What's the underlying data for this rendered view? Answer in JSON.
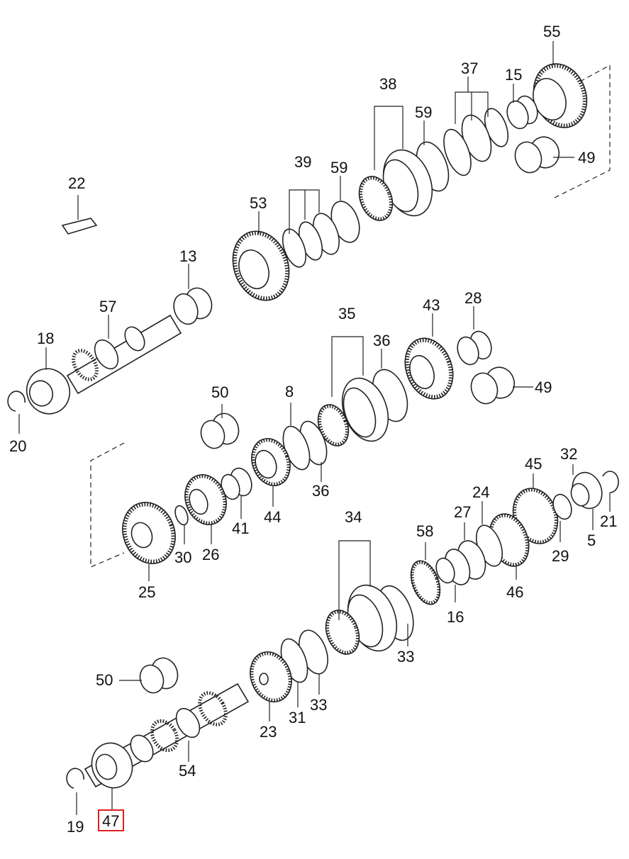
{
  "labels": {
    "l55": "55",
    "l37": "37",
    "l15": "15",
    "l38": "38",
    "l59a": "59",
    "l49a": "49",
    "l39": "39",
    "l59b": "59",
    "l22": "22",
    "l53": "53",
    "l13": "13",
    "l57": "57",
    "l18": "18",
    "l20": "20",
    "l35": "35",
    "l43": "43",
    "l28": "28",
    "l36a": "36",
    "l49b": "49",
    "l50a": "50",
    "l8": "8",
    "l36b": "36",
    "l44": "44",
    "l41": "41",
    "l26": "26",
    "l30": "30",
    "l25": "25",
    "l34": "34",
    "l58": "58",
    "l27": "27",
    "l24": "24",
    "l45": "45",
    "l32": "32",
    "l21": "21",
    "l29": "29",
    "l5": "5",
    "l46": "46",
    "l16": "16",
    "l33a": "33",
    "l50b": "50",
    "l23": "23",
    "l31": "31",
    "l33b": "33",
    "l54": "54",
    "l19": "19",
    "l47": "47"
  },
  "highlight": {
    "part": "47",
    "color": "#e02020"
  }
}
